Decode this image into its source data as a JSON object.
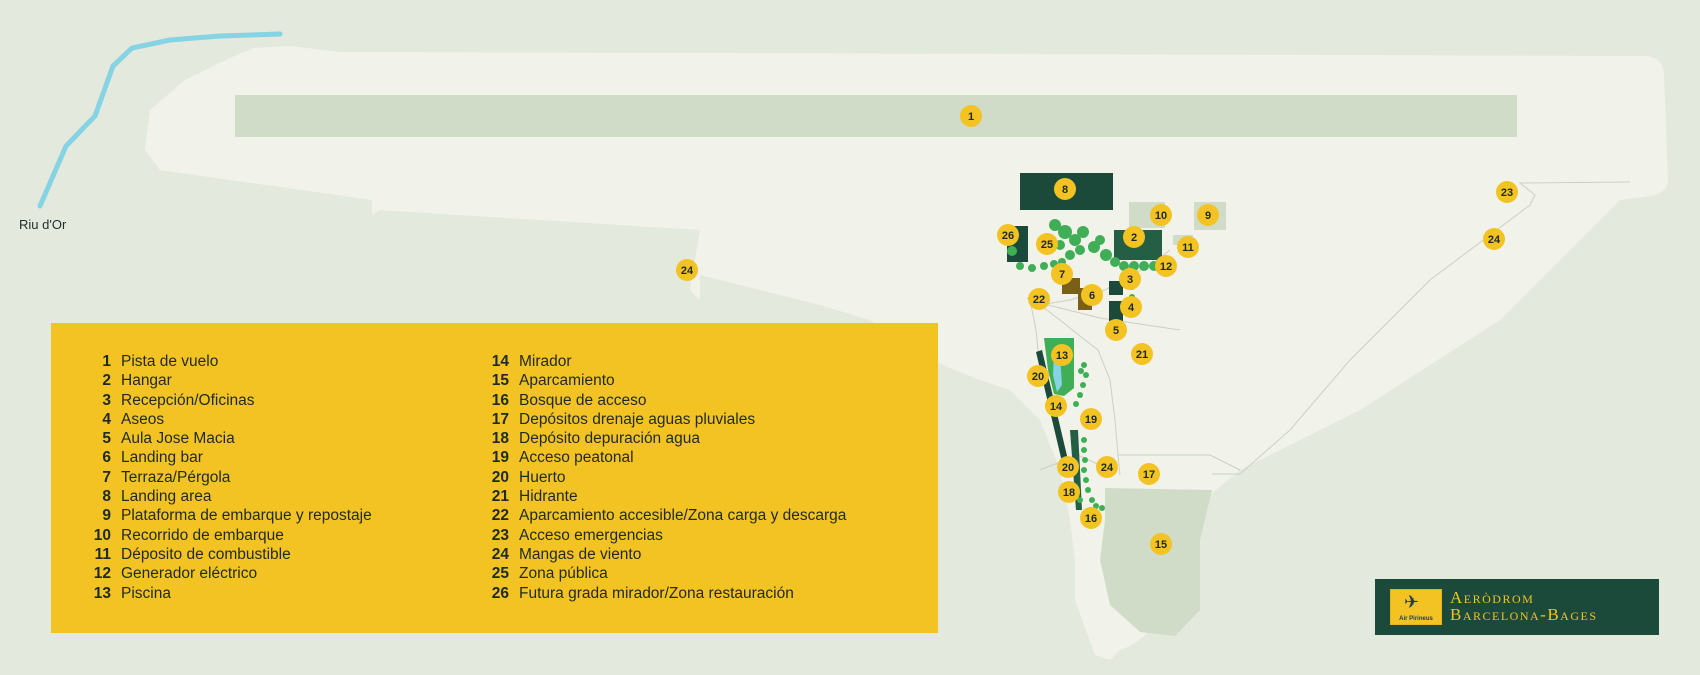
{
  "map": {
    "river_label": "Riu d'Or",
    "markers": [
      "1",
      "8",
      "26",
      "25",
      "2",
      "10",
      "9",
      "11",
      "12",
      "7",
      "3",
      "6",
      "4",
      "22",
      "5",
      "24",
      "23",
      "24",
      "13",
      "21",
      "20",
      "14",
      "19",
      "20",
      "24",
      "17",
      "18",
      "16",
      "15"
    ]
  },
  "legend": {
    "column1": [
      {
        "num": "1",
        "label": "Pista de vuelo"
      },
      {
        "num": "2",
        "label": "Hangar"
      },
      {
        "num": "3",
        "label": "Recepción/Oficinas"
      },
      {
        "num": "4",
        "label": "Aseos"
      },
      {
        "num": "5",
        "label": "Aula Jose Macia"
      },
      {
        "num": "6",
        "label": "Landing bar"
      },
      {
        "num": "7",
        "label": "Terraza/Pérgola"
      },
      {
        "num": "8",
        "label": "Landing area"
      },
      {
        "num": "9",
        "label": "Plataforma de embarque y repostaje"
      },
      {
        "num": "10",
        "label": "Recorrido de embarque"
      },
      {
        "num": "11",
        "label": "Déposito de combustible"
      },
      {
        "num": "12",
        "label": "Generador eléctrico"
      },
      {
        "num": "13",
        "label": "Piscina"
      }
    ],
    "column2": [
      {
        "num": "14",
        "label": "Mirador"
      },
      {
        "num": "15",
        "label": "Aparcamiento"
      },
      {
        "num": "16",
        "label": "Bosque de acceso"
      },
      {
        "num": "17",
        "label": "Depósitos drenaje aguas pluviales"
      },
      {
        "num": "18",
        "label": "Depósito depuración agua"
      },
      {
        "num": "19",
        "label": "Acceso peatonal"
      },
      {
        "num": "20",
        "label": "Huerto"
      },
      {
        "num": "21",
        "label": "Hidrante"
      },
      {
        "num": "22",
        "label": "Aparcamiento accesible/Zona carga y descarga"
      },
      {
        "num": "23",
        "label": "Acceso emergencias"
      },
      {
        "num": "24",
        "label": "Mangas de viento"
      },
      {
        "num": "25",
        "label": "Zona pública"
      },
      {
        "num": "26",
        "label": "Futura grada mirador/Zona restauración"
      }
    ]
  },
  "logo": {
    "line1": "Aeròdrom",
    "line2": "Barcelona-Bages",
    "badge": "Air Pirineus"
  },
  "colors": {
    "background": "#e3e9dc",
    "land": "#f1f3ea",
    "runway": "#d0dcc8",
    "river": "#86d3e3",
    "marker": "#f2c322",
    "dark_green": "#1b4a3b",
    "tree_green": "#3fae57",
    "legend_bg": "#f2c322"
  }
}
